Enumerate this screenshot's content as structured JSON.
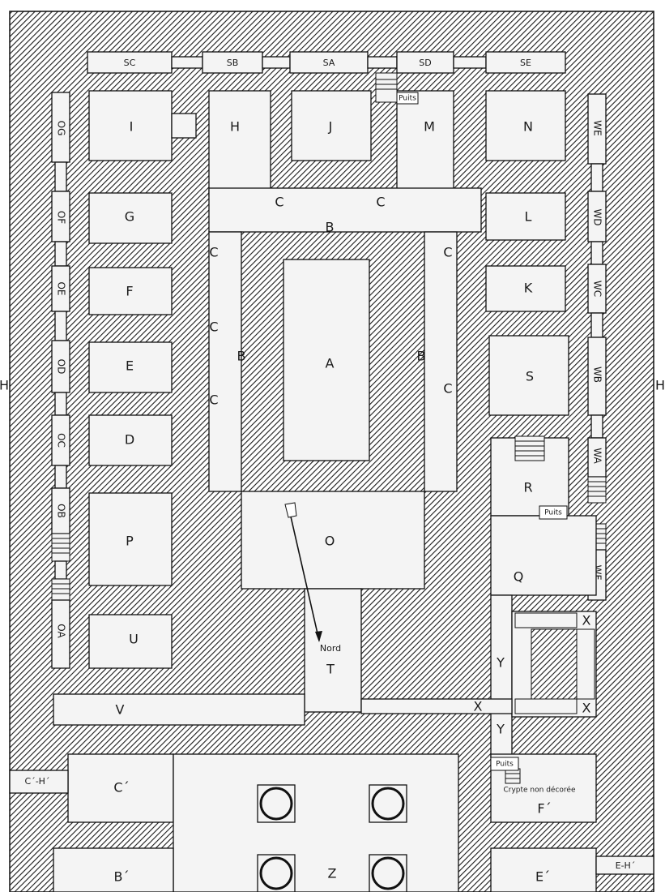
{
  "labels": {
    "A": "A",
    "B": "B",
    "C": "C",
    "D": "D",
    "E": "E",
    "F": "F",
    "G": "G",
    "H": "H",
    "I": "I",
    "J": "J",
    "K": "K",
    "L": "L",
    "M": "M",
    "N": "N",
    "O": "O",
    "P": "P",
    "Q": "Q",
    "R": "R",
    "S": "S",
    "T": "T",
    "U": "U",
    "V": "V",
    "X": "X",
    "Y": "Y",
    "Z": "Z",
    "C_prime": "C´",
    "B_prime": "B´",
    "E_prime": "E´",
    "F_prime": "F´",
    "CH": "C´-H´",
    "EH": "E-H´",
    "north": "Nord",
    "puits": "Puits",
    "crypte": "Crypte non décorée"
  },
  "top_crypts": [
    "SC",
    "SB",
    "SA",
    "SD",
    "SE"
  ],
  "west_crypts": [
    "OG",
    "OF",
    "OE",
    "OD",
    "OC",
    "OB",
    "OA"
  ],
  "east_crypts": [
    "WE",
    "WD",
    "WC",
    "WB",
    "WA",
    "WF"
  ],
  "colors": {
    "wall_hatch": "#1a1a1a",
    "room_fill": "#f4f4f4",
    "background": "#ffffff"
  }
}
